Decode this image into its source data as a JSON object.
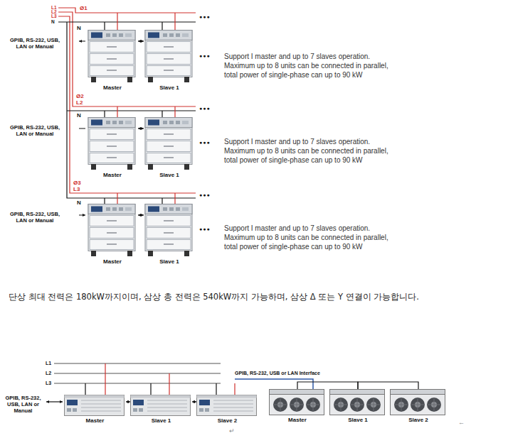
{
  "diagram": {
    "nodes": [
      {
        "text": [
          "Master"
        ]
      },
      {
        "text": [
          "Slave 1"
        ]
      },
      {
        "text": [
          "Master"
        ]
      },
      {
        "text": [
          "Slave 1"
        ]
      },
      {
        "text": [
          "Master"
        ]
      },
      {
        "text": [
          "Slave 1"
        ]
      },
      {
        "text": [
          "Master"
        ]
      },
      {
        "text": [
          "Slave 1"
        ]
      },
      {
        "text": [
          "Slave 2"
        ]
      },
      {
        "text": [
          "Master"
        ]
      },
      {
        "text": [
          "Slave 1"
        ]
      },
      {
        "text": [
          "Slave 2"
        ]
      }
    ],
    "edges": [
      {
        "from": 0,
        "to": 1,
        "arrow": "both"
      },
      {
        "from": 2,
        "to": 3,
        "arrow": "both"
      },
      {
        "from": 4,
        "to": 5,
        "arrow": "both"
      },
      {
        "from": 6,
        "to": 7,
        "arrow": "both"
      },
      {
        "from": 7,
        "to": 8,
        "arrow": "both"
      },
      {
        "from": 9,
        "to": 10,
        "arrow": "none"
      },
      {
        "from": 10,
        "to": 11,
        "arrow": "none"
      }
    ],
    "labels": [
      "L1",
      "L2",
      "L3",
      "N",
      "Ø1",
      "N",
      "GPIB, RS-232, USB, LAN or Manual",
      "●●●",
      "●●●",
      "Support I master and up to 7 slaves operation. Maximum up to 8 units can be connected in parallel, total power of single-phase can up to 90 kW",
      "Ø2",
      "L2",
      "N",
      "GPIB, RS-232, USB, LAN or Manual",
      "●●●",
      "●●●",
      "Support I master and up to 7 slaves operation. Maximum up to 8 units can be connected in parallel, total power of single-phase can up to 90 kW",
      "Ø3",
      "L3",
      "N",
      "GPIB, RS-232, USB, LAN or Manual",
      "●●●",
      "●●●",
      "Support I master and up to 7 slaves operation. Maximum up to 8 units can be connected in parallel, total power of single-phase can up to 90 kW",
      "단상 최대 전력은 180kW까지이며, 삼상 총 전력은 540kW까지 가능하며, 삼상 Δ 또는 Y 연결이 가능합니다.",
      "L1",
      "L2",
      "L3",
      "GPIB, RS-232, USB, LAN or Manual",
      "GPIB, RS-232, USB or LAN Interface",
      "↵",
      "←"
    ]
  }
}
